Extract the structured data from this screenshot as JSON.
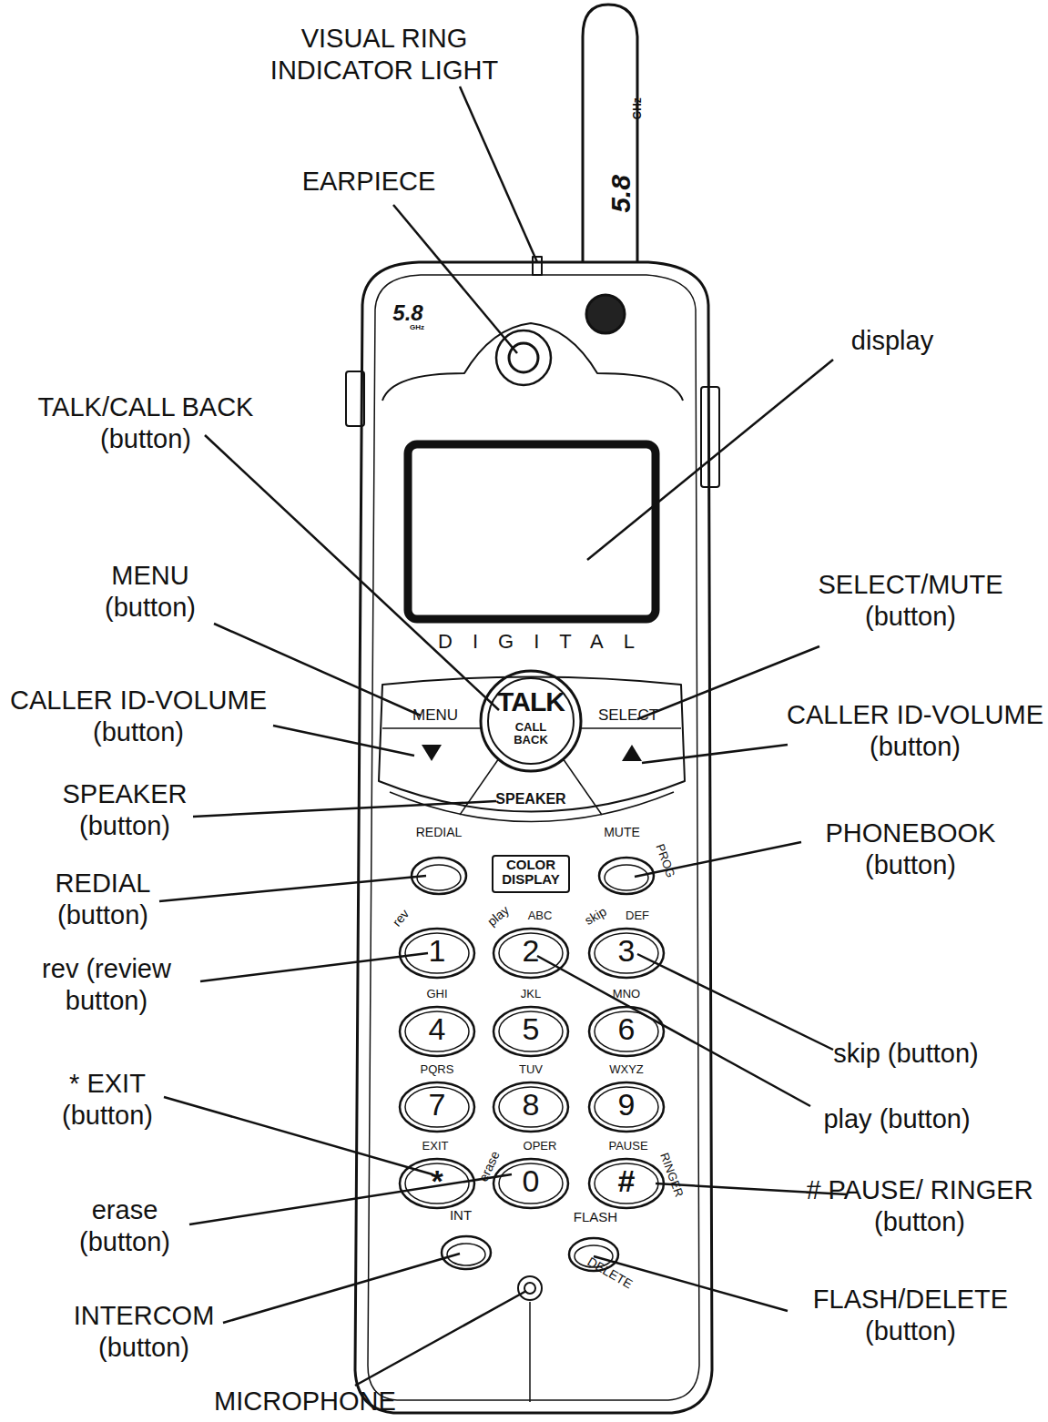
{
  "diagram": {
    "nodes": [
      {
        "text": [
          "TALK",
          "CALL BACK"
        ]
      },
      {
        "text": [
          "REDIAL"
        ]
      },
      {
        "text": [
          "COLOR DISPLAY"
        ]
      },
      {
        "text": [
          "MUTE",
          "PROG"
        ]
      },
      {
        "text": [
          "rev",
          "1"
        ]
      },
      {
        "text": [
          "play",
          "ABC",
          "2"
        ]
      },
      {
        "text": [
          "skip",
          "DEF",
          "3"
        ]
      },
      {
        "text": [
          "GHI",
          "4"
        ]
      },
      {
        "text": [
          "JKL",
          "5"
        ]
      },
      {
        "text": [
          "MNO",
          "6"
        ]
      },
      {
        "text": [
          "PQRS",
          "7"
        ]
      },
      {
        "text": [
          "TUV",
          "8"
        ]
      },
      {
        "text": [
          "WXYZ",
          "9"
        ]
      },
      {
        "text": [
          "EXIT",
          "*"
        ]
      },
      {
        "text": [
          "erase",
          "OPER",
          "0"
        ]
      },
      {
        "text": [
          "PAUSE",
          "#",
          "RINGER"
        ]
      },
      {
        "text": [
          "INT"
        ]
      },
      {
        "text": [
          "FLASH",
          "DELETE"
        ]
      }
    ],
    "labels": [
      "VISUAL RING INDICATOR LIGHT",
      "EARPIECE",
      "display",
      "TALK/CALL BACK (button)",
      "MENU (button)",
      "SELECT/MUTE (button)",
      "CALLER ID-VOLUME (button)",
      "CALLER ID-VOLUME (button)",
      "SPEAKER (button)",
      "PHONEBOOK (button)",
      "REDIAL (button)",
      "rev (review button)",
      "skip (button)",
      "* EXIT (button)",
      "play (button)",
      "# PAUSE/ RINGER (button)",
      "erase (button)",
      "FLASH/DELETE (button)",
      "INTERCOM (button)",
      "MICROPHONE",
      "5.8",
      "GHz",
      "5.8",
      "GHz",
      "DIGITAL",
      "MENU",
      "SELECT",
      "SPEAKER"
    ]
  }
}
